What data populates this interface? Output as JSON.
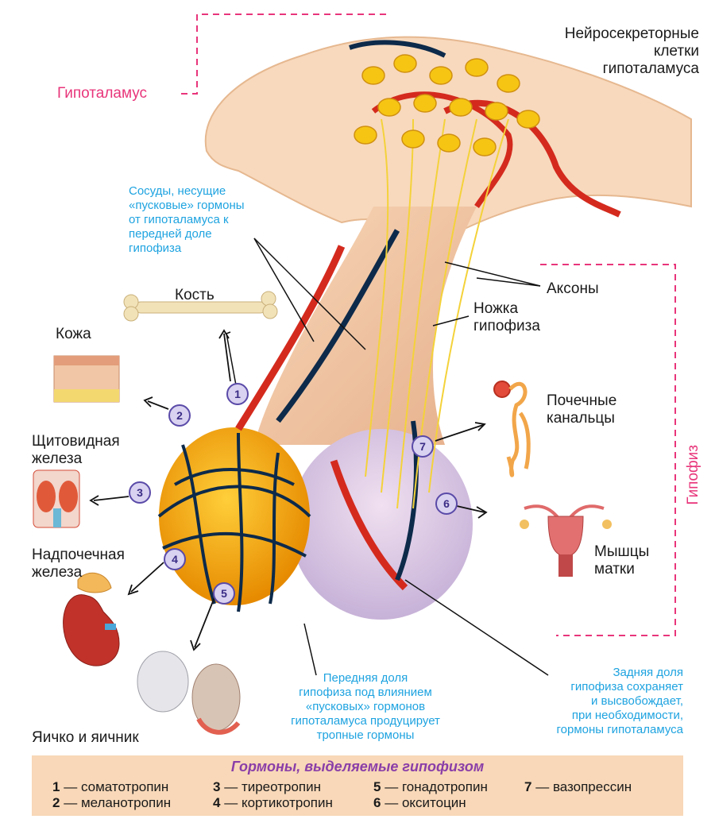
{
  "labels": {
    "neurosecretory": [
      "Нейросекреторные",
      "клетки",
      "гипоталамуса"
    ],
    "hypothalamus": "Гипоталамус",
    "vessels": [
      "Сосуды, несущие",
      "«пусковые» гормоны",
      "от гипоталамуса к",
      "передней доле",
      "гипофиза"
    ],
    "bone": "Кость",
    "skin": "Кожа",
    "axons": "Аксоны",
    "stalk": [
      "Ножка",
      "гипофиза"
    ],
    "thyroid": [
      "Щитовидная",
      "железа"
    ],
    "kidney_tubules": [
      "Почечные",
      "канальцы"
    ],
    "pituitary": "Гипофиз",
    "adrenal": [
      "Надпочечная",
      "железа"
    ],
    "uterus": [
      "Мышцы",
      "матки"
    ],
    "testis_ovary": "Яичко и яичник",
    "anterior": [
      "Передняя доля",
      "гипофиза под влиянием",
      "«пусковых» гормонов",
      "гипоталамуса продуцирует",
      "тропные гормоны"
    ],
    "posterior": [
      "Задняя доля",
      "гипофиза сохраняет",
      "и высвобождает,",
      "при необходимости,",
      "гормоны гипоталамуса"
    ]
  },
  "badges": [
    "1",
    "2",
    "3",
    "4",
    "5",
    "6",
    "7"
  ],
  "legend": {
    "title": "Гормоны, выделяемые гипофизом",
    "items": [
      {
        "num": "1",
        "name": "соматотропин"
      },
      {
        "num": "2",
        "name": "меланотропин"
      },
      {
        "num": "3",
        "name": "тиреотропин"
      },
      {
        "num": "4",
        "name": "кортикотропин"
      },
      {
        "num": "5",
        "name": "гонадотропин"
      },
      {
        "num": "6",
        "name": "окситоцин"
      },
      {
        "num": "7",
        "name": "вазопрессин"
      }
    ],
    "separator": "—"
  },
  "colors": {
    "pink": "#e8357a",
    "cyan": "#1ea3e0",
    "badge": "#5a4aa8",
    "legend_bg": "#f8d8b8",
    "legend_title": "#8a3ea8"
  }
}
